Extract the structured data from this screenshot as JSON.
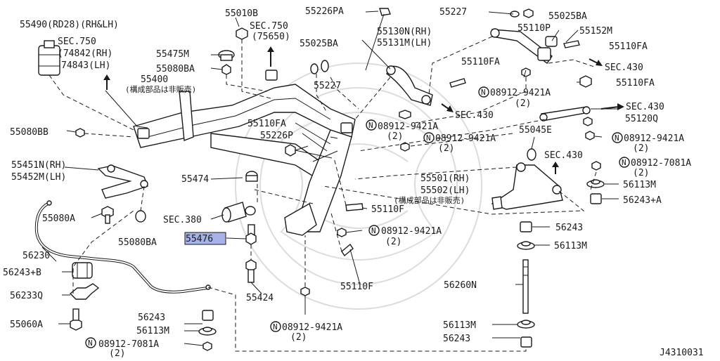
{
  "diagram": {
    "code": "J4310031",
    "highlighted_part": "55476",
    "circled_n": "N",
    "labels": {
      "p55490": "55490(RD28)(RH&LH)",
      "sec750a": "SEC.750",
      "sec750a_r1": "(74842(RH)",
      "sec750a_r2": "74843(LH)",
      "p55400": "55400",
      "note1": "(構成部品は非販売)",
      "p55010b": "55010B",
      "sec750b": "SEC.750",
      "sec750b_r": "(75650)",
      "p55475m": "55475M",
      "p55080ba_top": "55080BA",
      "p55226pa": "55226PA",
      "p55025ba_a": "55025BA",
      "p55227_a": "55227",
      "p55130n": "55130N(RH)",
      "p55131m": "55131M(LH)",
      "p55227_b": "55227",
      "p55025ba_b": "55025BA",
      "p55110p": "55110P",
      "p55152m": "55152M",
      "p55110fa_a": "55110FA",
      "sec430a": "SEC.430",
      "p55110fa_b": "55110FA",
      "p55110fa_c": "55110FA",
      "n08912_1": "08912-9421A",
      "n08912_1q": "(2)",
      "sec430b": "SEC.430",
      "p55110fa_d": "55110FA",
      "p55226p": "55226P",
      "n08912_2": "08912-9421A",
      "n08912_2q": "(2)",
      "n08912_3": "08912-9421A",
      "n08912_3q": "(2)",
      "sec430c": "SEC.430",
      "p55120q": "55120Q",
      "n08912_4": "08912-9421A",
      "n08912_4q": "(2)",
      "p55045e": "55045E",
      "sec430d": "SEC.430",
      "n08912_5": "08912-7081A",
      "n08912_5q": "(2)",
      "p55080bb": "55080BB",
      "p55451n": "55451N(RH)",
      "p55452m": "55452M(LH)",
      "p55474": "55474",
      "p55501": "55501(RH)",
      "p55502": "55502(LH)",
      "note2": "(構成部品は非販売)",
      "p56113m_a": "56113M",
      "p56243a": "56243+A",
      "sec380": "SEC.380",
      "p55110f_a": "55110F",
      "p55080a": "55080A",
      "p55080ba_bot": "55080BA",
      "p55476": "55476",
      "n08912_6": "08912-9421A",
      "n08912_6q": "(2)",
      "p56243_a": "56243",
      "p56113m_b": "56113M",
      "p56230": "56230",
      "p56243b": "56243+B",
      "p56233q": "56233Q",
      "p55424": "55424",
      "p55110f_b": "55110F",
      "p56260n": "56260N",
      "p55060a": "55060A",
      "p56243_b": "56243",
      "p56113m_c": "56113M",
      "n08912_7": "08912-7081A",
      "n08912_7q": "(2)",
      "n08912_8": "08912-9421A",
      "n08912_8q": "(2)",
      "p56113m_d": "56113M",
      "p56243_c": "56243"
    }
  }
}
